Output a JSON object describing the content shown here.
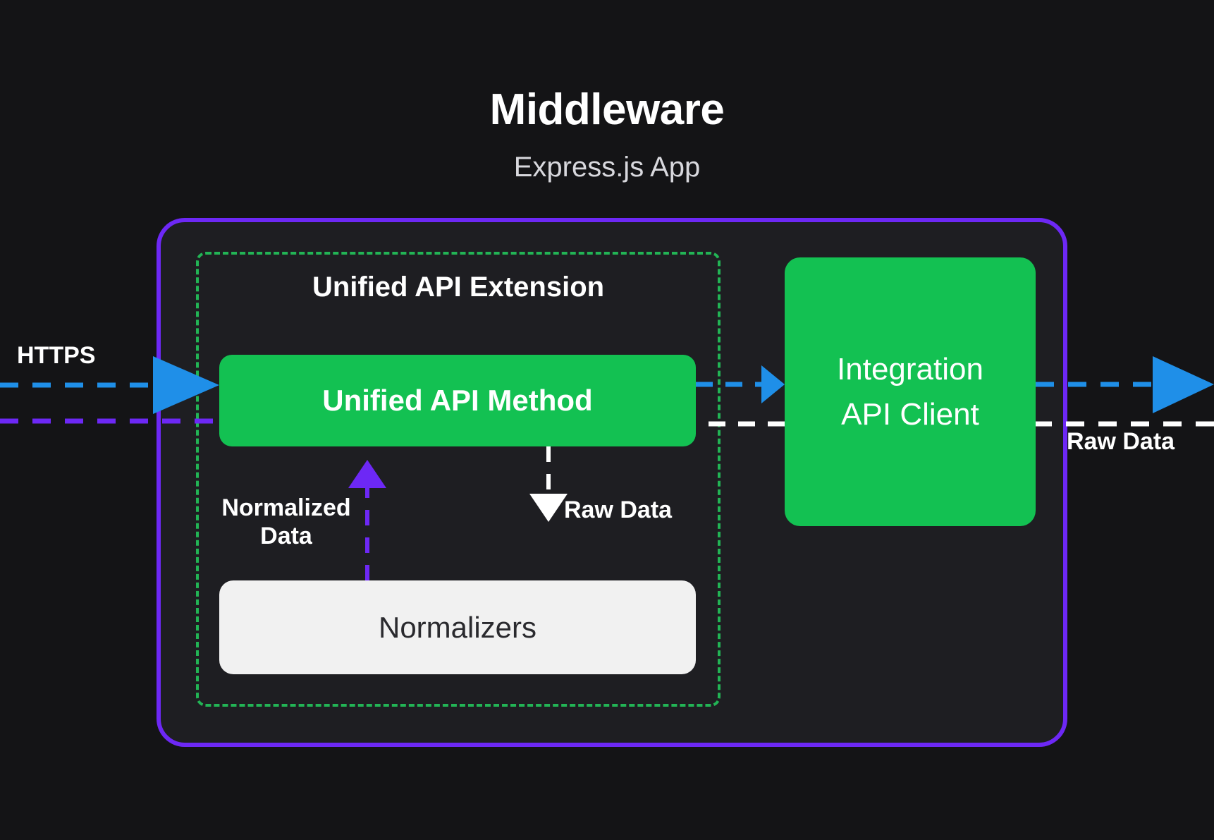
{
  "diagram": {
    "title": "Middleware",
    "subtitle": "Express.js App",
    "inner_group_title": "Unified API Extension",
    "nodes": [
      {
        "id": "unified-api-method",
        "label": "Unified API Method",
        "color": "#13c152",
        "text_color": "#ffffff"
      },
      {
        "id": "integration-api-client",
        "label": "Integration\nAPI Client",
        "color": "#13c152",
        "text_color": "#ffffff"
      },
      {
        "id": "normalizers",
        "label": "Normalizers",
        "color": "#f1f1f1",
        "text_color": "#2a2a2e"
      }
    ],
    "edge_labels": {
      "https": "HTTPS",
      "normalized_data": "Normalized\nData",
      "raw_data_inner": "Raw Data",
      "raw_data_right": "Raw Data"
    },
    "colors": {
      "background": "#141416",
      "outer_border": "#6d28f5",
      "outer_fill": "#1e1e22",
      "inner_border_dashed": "#22b455",
      "node_green": "#13c152",
      "node_light": "#f1f1f1",
      "request_arrow_blue": "#1f8fe8",
      "response_arrow_purple": "#6d28f5",
      "raw_arrow_white": "#ffffff",
      "title_text": "#ffffff",
      "subtitle_text": "#d8d8dd"
    }
  }
}
